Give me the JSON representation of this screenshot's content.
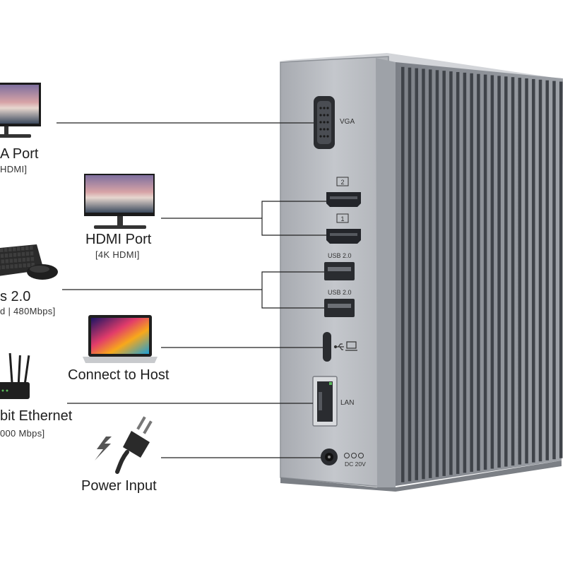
{
  "labels": {
    "vga_title": "A Port",
    "vga_sub": "HDMI]",
    "hdmi_title": "HDMI Port",
    "hdmi_sub": "[4K HDMI]",
    "usb_title": "s 2.0",
    "usb_sub": "d | 480Mbps]",
    "host_title": "Connect to Host",
    "eth_title": "bit Ethernet",
    "eth_sub": "000 Mbps]",
    "power_title": "Power Input"
  },
  "port_labels": {
    "vga": "VGA",
    "hdmi_2": "2",
    "hdmi_1": "1",
    "usb_upper": "USB 2.0",
    "usb_lower": "USB 2.0",
    "lan": "LAN",
    "dc": "DC 20V"
  },
  "colors": {
    "dock_front": "#b9bcc1",
    "dock_edge": "#8e9298",
    "fin_dark": "#3f4349",
    "fin_light": "#9a9ea4",
    "leader_line": "#222222"
  },
  "icons": [
    "monitor-icon",
    "keyboard-mouse-icon",
    "laptop-icon",
    "router-icon",
    "power-plug-icon",
    "lightning-icon",
    "usb-symbol-icon",
    "laptop-outline-icon"
  ]
}
